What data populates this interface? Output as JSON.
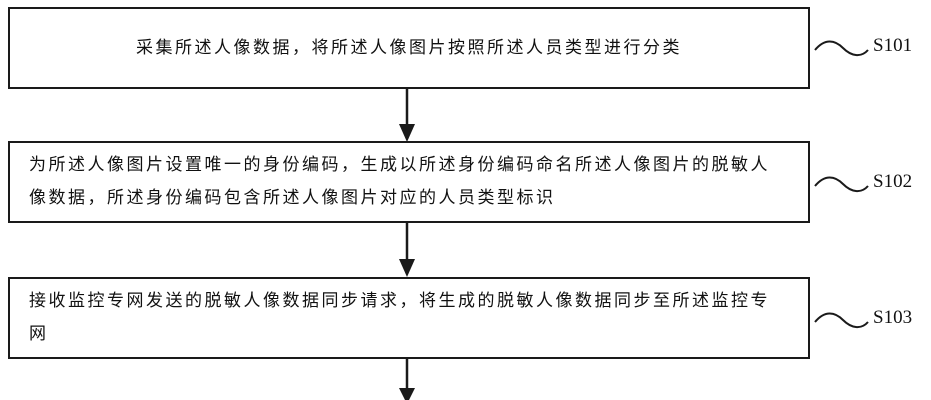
{
  "steps": [
    {
      "id": "S101",
      "text": "采集所述人像数据，将所述人像图片按照所述人员类型进行分类"
    },
    {
      "id": "S102",
      "text": "为所述人像图片设置唯一的身份编码，生成以所述身份编码命名所述人像图片的脱敏人像数据，所述身份编码包含所述人像图片对应的人员类型标识"
    },
    {
      "id": "S103",
      "text": "接收监控专网发送的脱敏人像数据同步请求，将生成的脱敏人像数据同步至所述监控专网"
    }
  ],
  "colors": {
    "line": "#1a1a1a",
    "background": "#ffffff"
  }
}
